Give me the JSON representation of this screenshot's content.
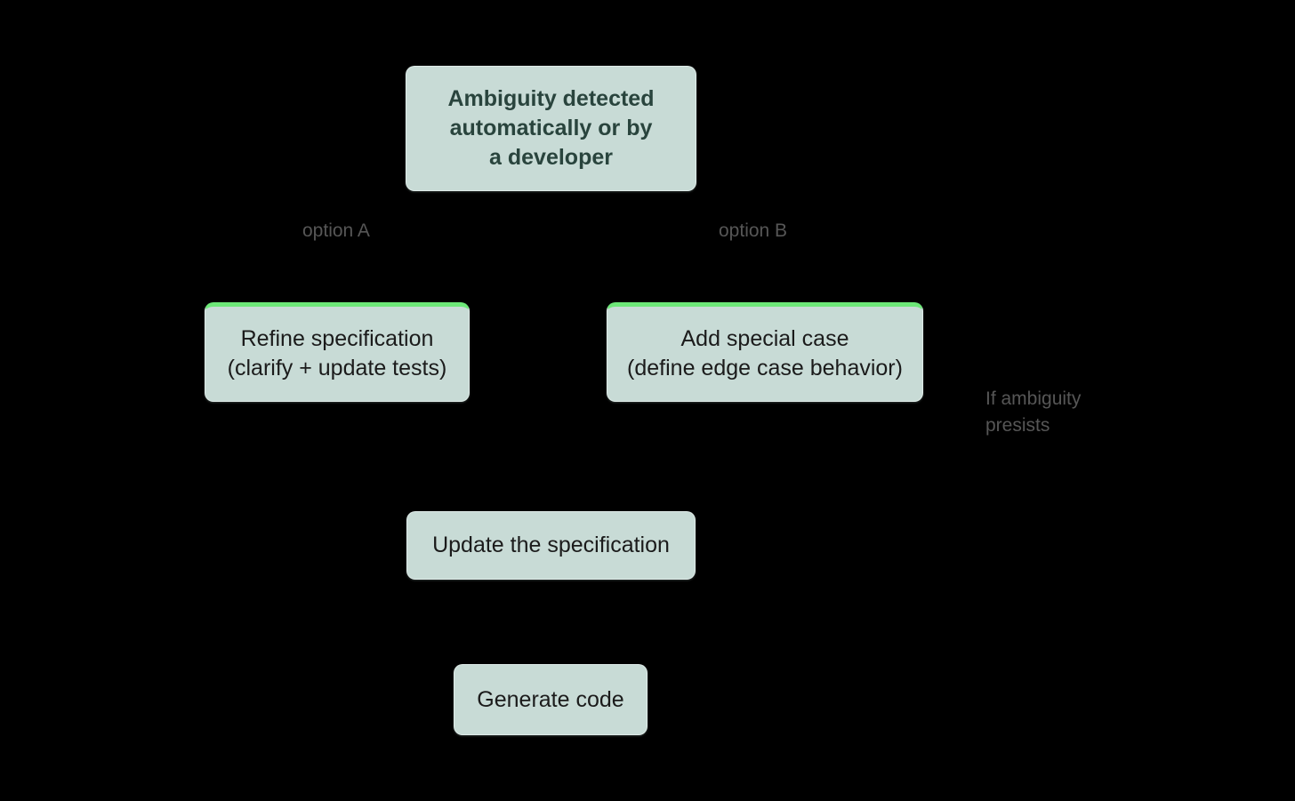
{
  "background": "#000000",
  "colors": {
    "node_fill": "#c8dbd6",
    "node_border": "#e9f3f0",
    "accent_green": "#6de878",
    "title_text": "#29443d",
    "body_text": "#1b1b1b",
    "edge_label_text": "#565656"
  },
  "diagram": {
    "nodes": {
      "ambiguity": {
        "line1": "Ambiguity detected",
        "line2": "automatically or by",
        "line3": "a developer"
      },
      "refine": {
        "line1": "Refine specification",
        "line2": "(clarify + update tests)"
      },
      "special_case": {
        "line1": "Add special case",
        "line2": "(define edge case behavior)"
      },
      "update_spec": {
        "label": "Update the specification"
      },
      "generate_code": {
        "label": "Generate code"
      }
    },
    "edge_labels": {
      "option_a": "option A",
      "option_b": "option B",
      "if_ambiguity_line1": "If ambiguity",
      "if_ambiguity_line2": "presists"
    }
  }
}
